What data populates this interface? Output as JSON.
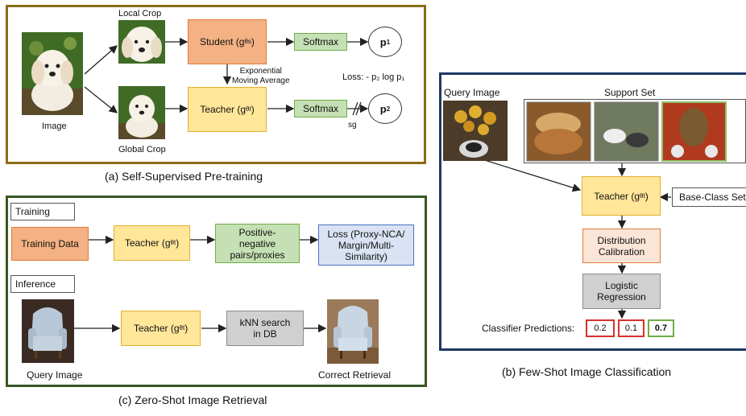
{
  "panel_a": {
    "caption": "(a) Self-Supervised Pre-training",
    "local_crop_label": "Local Crop",
    "global_crop_label": "Global Crop",
    "image_label": "Image",
    "student_label": "Student (g",
    "student_sub": "θs",
    "teacher_label": "Teacher (g",
    "teacher_sub": "θt",
    "softmax_top": "Softmax",
    "softmax_bottom": "Softmax",
    "p1_base": "p",
    "p1_sub": "1",
    "p2_base": "p",
    "p2_sub": "2",
    "ema_line1": "Exponential",
    "ema_line2": "Moving Average",
    "loss_text": "Loss: - p₂ log p₁",
    "sg_label": "sg"
  },
  "panel_b": {
    "caption": "(b) Few-Shot Image Classification",
    "query_label": "Query Image",
    "support_label": "Support Set",
    "teacher_label": "Teacher (g",
    "teacher_sub": "θt",
    "base_class_label": "Base-Class Set",
    "distribution_label": "Distribution Calibration",
    "logistic_label": "Logistic Regression",
    "predictions_label": "Classifier Predictions:",
    "predictions": [
      "0.2",
      "0.1",
      "0.7"
    ]
  },
  "panel_c": {
    "caption": "(c) Zero-Shot Image Retrieval",
    "training_tag": "Training",
    "inference_tag": "Inference",
    "training_data_label": "Training Data",
    "teacher_label": "Teacher (g",
    "teacher_sub": "θt",
    "pairs_label": "Positive-negative pairs/proxies",
    "loss_label": "Loss (Proxy-NCA/ Margin/Multi-Similarity)",
    "knn_label": "kNN search in DB",
    "query_label": "Query Image",
    "retrieval_label": "Correct Retrieval"
  },
  "colors": {
    "frame_a": "#8a6d1a",
    "frame_b": "#1f3864",
    "frame_c": "#385723",
    "student": "#f4b183",
    "teacher": "#ffe699",
    "softmax": "#c5e0b4",
    "loss": "#dae3f3",
    "knn": "#d0d0d0",
    "pred_red": "#d9302c",
    "pred_green": "#70ad47"
  }
}
